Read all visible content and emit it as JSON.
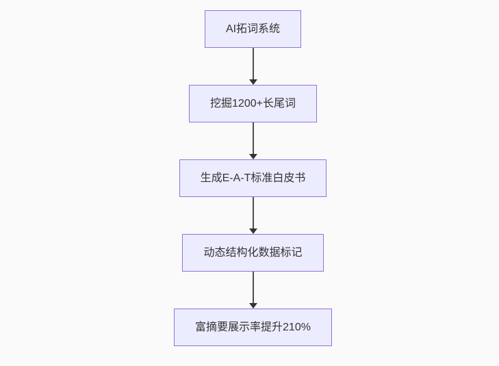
{
  "flowchart": {
    "type": "flowchart",
    "direction": "top-to-bottom",
    "nodes": [
      {
        "id": "n1",
        "label": "AI拓词系统"
      },
      {
        "id": "n2",
        "label": "挖掘1200+长尾词"
      },
      {
        "id": "n3",
        "label": "生成E-A-T标准白皮书"
      },
      {
        "id": "n4",
        "label": "动态结构化数据标记"
      },
      {
        "id": "n5",
        "label": "富摘要展示率提升210%"
      }
    ],
    "edges": [
      {
        "from": "n1",
        "to": "n2",
        "style": "arrow-down"
      },
      {
        "from": "n2",
        "to": "n3",
        "style": "arrow-down"
      },
      {
        "from": "n3",
        "to": "n4",
        "style": "arrow-down"
      },
      {
        "from": "n4",
        "to": "n5",
        "style": "arrow-down"
      }
    ]
  },
  "colors": {
    "canvas_bg": "#fafafa",
    "node_fill": "#ececff",
    "node_border": "#9370db",
    "text_color": "#333333",
    "edge_color": "#4d4d4d",
    "arrowhead_color": "#333333"
  }
}
